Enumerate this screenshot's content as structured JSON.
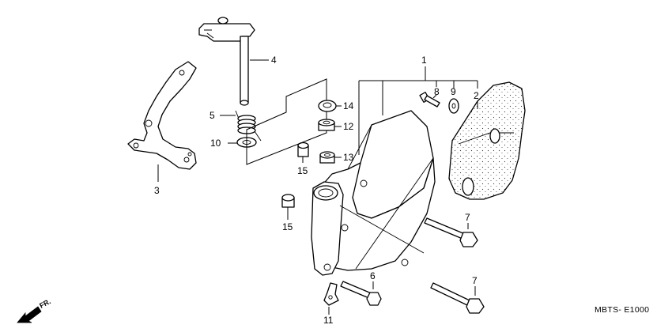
{
  "diagram": {
    "callouts": [
      "1",
      "2",
      "3",
      "4",
      "5",
      "6",
      "7",
      "7",
      "8",
      "9",
      "10",
      "11",
      "12",
      "13",
      "14",
      "15",
      "15"
    ],
    "code": "MBTS- E1000",
    "direction": "FR."
  }
}
